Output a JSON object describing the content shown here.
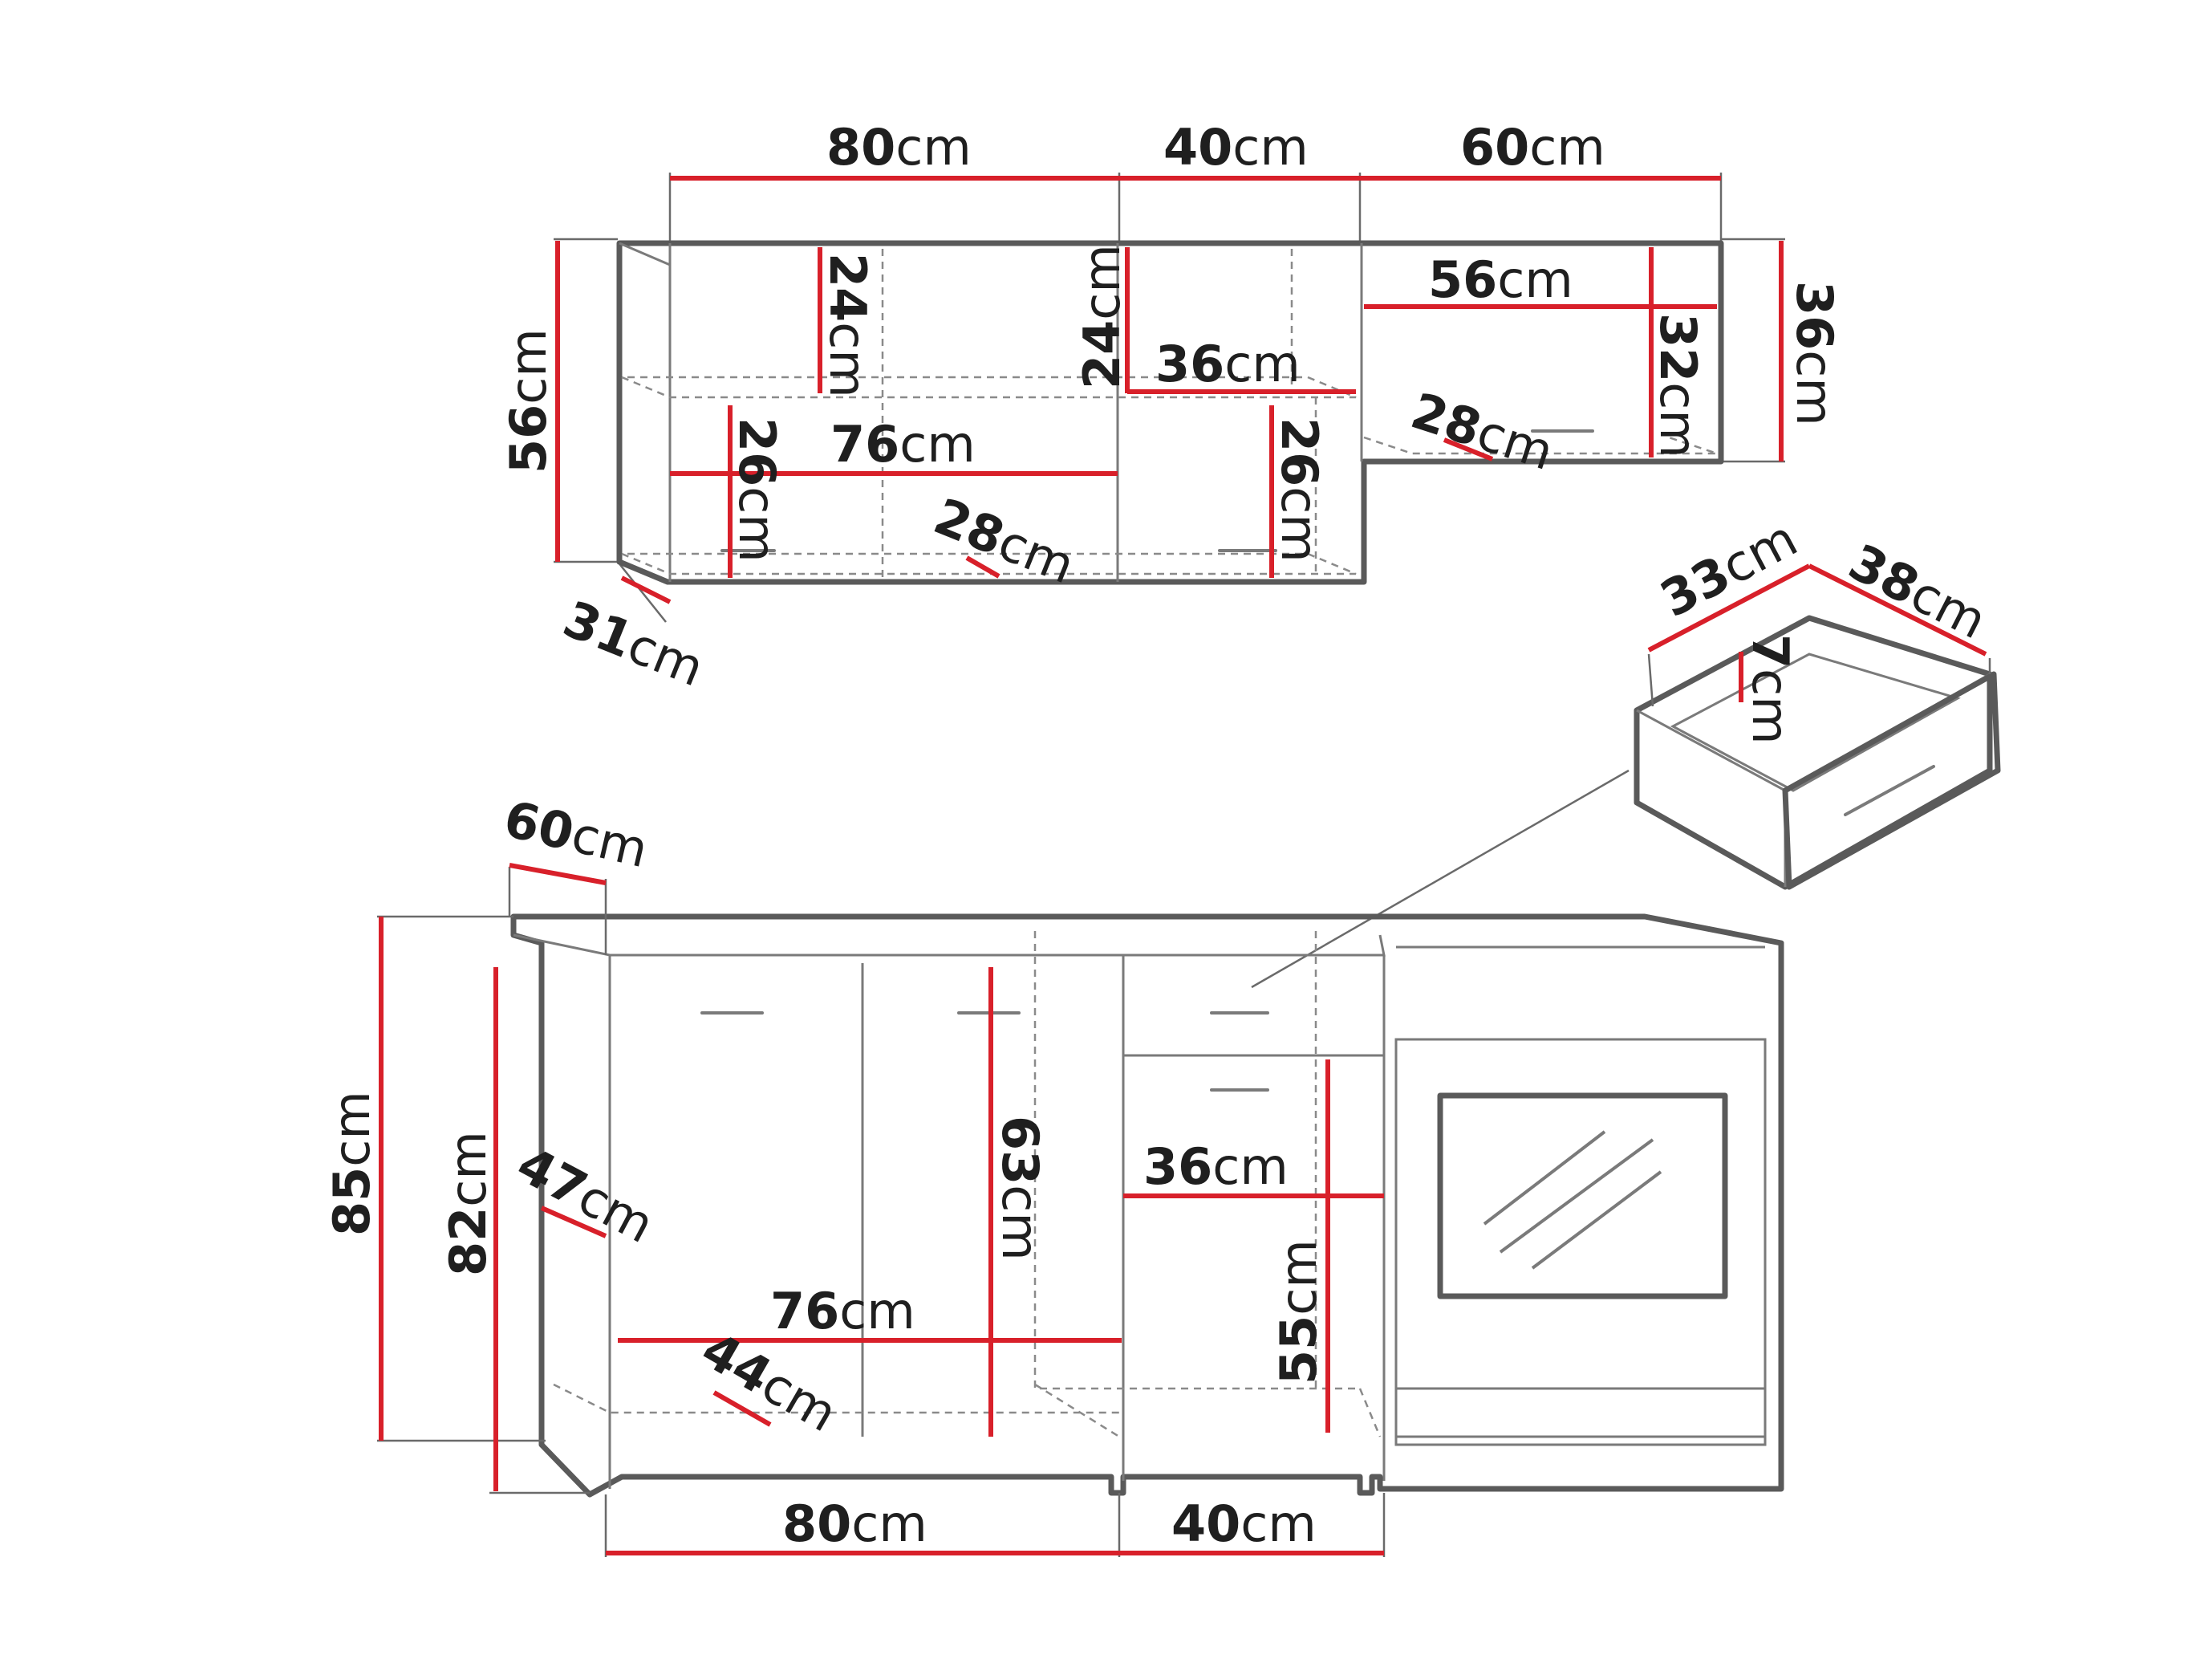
{
  "colors": {
    "dimension_line": "#d8202a",
    "outline": "#5a5a5a",
    "text": "#1f1f1f",
    "background": "#ffffff"
  },
  "unit": "cm",
  "wall_units": {
    "width_a": "80",
    "width_b": "40",
    "width_c": "60",
    "height_total": "56",
    "height_right": "36",
    "depth": "31",
    "shelf_height_left": "24",
    "shelf_height_middle": "24",
    "shelf_width_middle": "36",
    "shelf_width_right": "56",
    "compartment_height_right": "32",
    "shelf_depth_right": "28",
    "lower_shelf_width": "76",
    "lower_height_left": "26",
    "lower_height_middle": "26",
    "lower_shelf_depth": "28"
  },
  "drawer": {
    "width": "38",
    "depth": "33",
    "height": "7"
  },
  "base_units": {
    "countertop_depth": "60",
    "total_height": "85",
    "carcass_height": "82",
    "inner_depth": "47",
    "inner_height": "63",
    "inner_width": "76",
    "shelf_depth": "44",
    "drawer_unit_width": "36",
    "drawer_unit_height": "55",
    "width_a": "80",
    "width_b": "40"
  }
}
